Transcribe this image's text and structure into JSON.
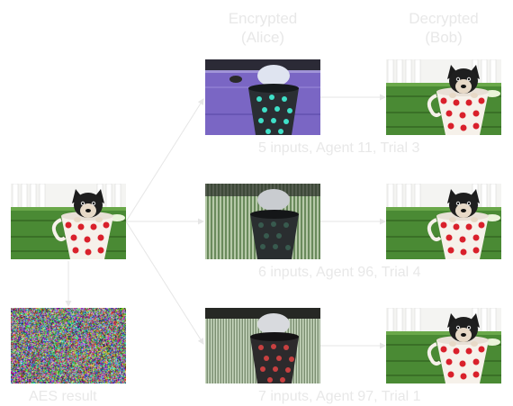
{
  "headers": {
    "encrypted": [
      "Encrypted",
      "(Alice)"
    ],
    "decrypted": [
      "Decrypted",
      "(Bob)"
    ]
  },
  "rows": [
    {
      "caption": "5 inputs, Agent 11, Trial 3"
    },
    {
      "caption": "6 inputs, Agent 96, Trial 4"
    },
    {
      "caption": "7 inputs, Agent 97, Trial 1"
    }
  ],
  "aes_caption": "AES result",
  "colors": {
    "label_text": "#e8e8e8",
    "arrow": "#e6e6e6",
    "cup_red": "#d9202b",
    "grass": "#3e7a2a"
  }
}
